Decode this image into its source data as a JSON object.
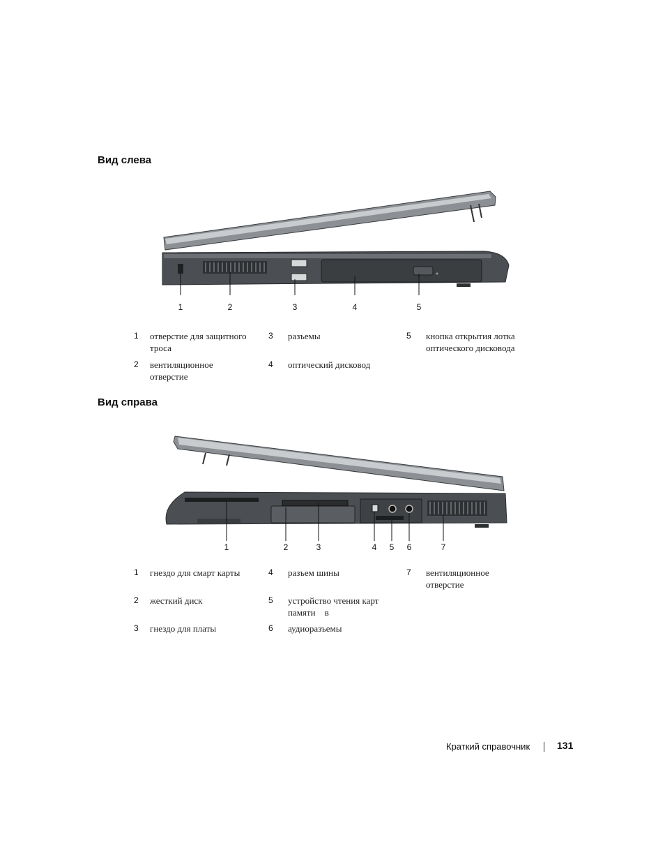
{
  "left_view": {
    "heading": "Вид слева",
    "callouts": [
      "1",
      "2",
      "3",
      "4",
      "5"
    ],
    "legend": [
      {
        "num": "1",
        "text": "отверстие для защитного троса"
      },
      {
        "num": "2",
        "text": "вентиляционное отверстие"
      },
      {
        "num": "3",
        "text": "разъемы"
      },
      {
        "num": "4",
        "text": "оптический дисковод"
      },
      {
        "num": "5",
        "text": "кнопка открытия лотка оптического дисковода"
      }
    ]
  },
  "right_view": {
    "heading": "Вид справа",
    "callouts": [
      "1",
      "2",
      "3",
      "4",
      "5",
      "6",
      "7"
    ],
    "legend": [
      {
        "num": "1",
        "text": "гнездо для смарт карты"
      },
      {
        "num": "2",
        "text": "жесткий диск"
      },
      {
        "num": "3",
        "text": "гнездо для платы"
      },
      {
        "num": "4",
        "text": "разъем шины"
      },
      {
        "num": "5",
        "text": "устройство чтения карт памяти    в"
      },
      {
        "num": "6",
        "text": "аудиоразъемы"
      },
      {
        "num": "7",
        "text": "вентиляционное отверстие"
      }
    ]
  },
  "footer": {
    "title": "Краткий справочник",
    "page": "131"
  }
}
